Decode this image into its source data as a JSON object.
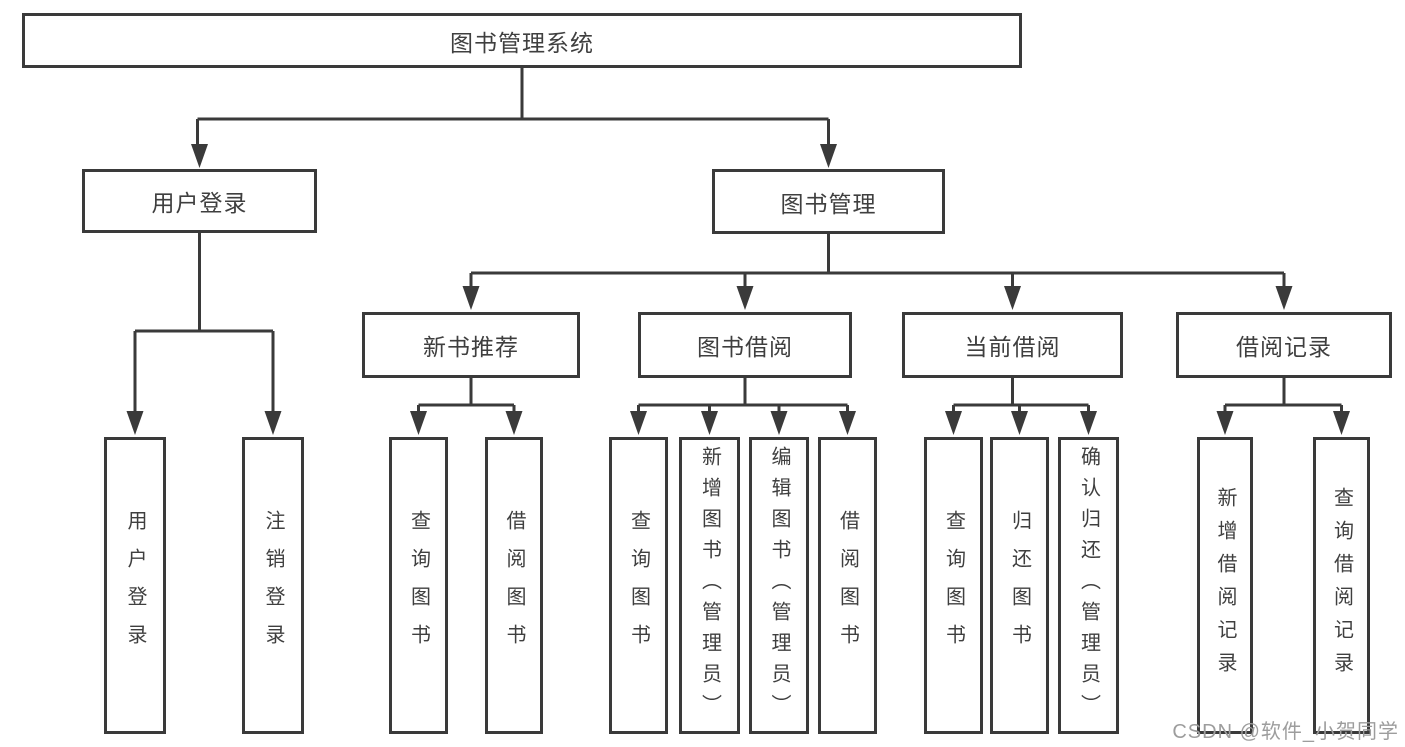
{
  "diagram": {
    "root": {
      "label": "图书管理系统"
    },
    "level1": [
      {
        "label": "用户登录"
      },
      {
        "label": "图书管理"
      }
    ],
    "level2": [
      {
        "label": "新书推荐"
      },
      {
        "label": "图书借阅"
      },
      {
        "label": "当前借阅"
      },
      {
        "label": "借阅记录"
      }
    ],
    "leaves": [
      {
        "label": "用户登录"
      },
      {
        "label": "注销登录"
      },
      {
        "label": "查询图书"
      },
      {
        "label": "借阅图书"
      },
      {
        "label": "查询图书"
      },
      {
        "label": "新增图书（管理员）"
      },
      {
        "label": "编辑图书（管理员）"
      },
      {
        "label": "借阅图书"
      },
      {
        "label": "查询图书"
      },
      {
        "label": "归还图书"
      },
      {
        "label": "确认归还（管理员）"
      },
      {
        "label": "新增借阅记录"
      },
      {
        "label": "查询借阅记录"
      }
    ],
    "hierarchy": {
      "图书管理系统": {
        "用户登录": [
          "用户登录",
          "注销登录"
        ],
        "图书管理": {
          "新书推荐": [
            "查询图书",
            "借阅图书"
          ],
          "图书借阅": [
            "查询图书",
            "新增图书（管理员）",
            "编辑图书（管理员）",
            "借阅图书"
          ],
          "当前借阅": [
            "查询图书",
            "归还图书",
            "确认归还（管理员）"
          ],
          "借阅记录": [
            "新增借阅记录",
            "查询借阅记录"
          ]
        }
      }
    },
    "watermark": "CSDN @软件_小贺同学",
    "colors": {
      "line": "#3a3a3a",
      "text": "#3f3f3f",
      "watermark": "#9d9d9d",
      "background": "#ffffff"
    }
  }
}
